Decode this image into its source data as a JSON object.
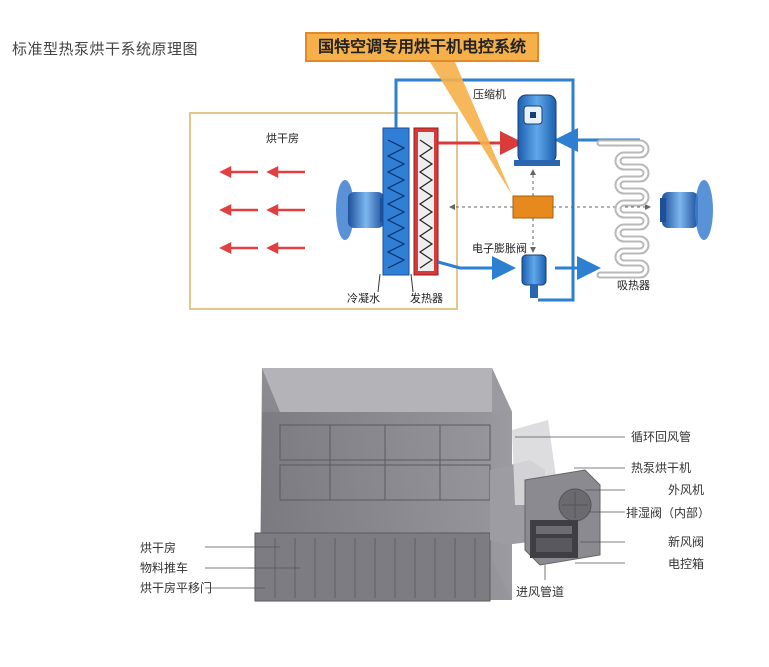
{
  "title": "标准型热泵烘干系统原理图",
  "banner": "国特空调专用烘干机电控系统",
  "schematic": {
    "room": "烘干房",
    "compressor": "压缩机",
    "expansion_valve": "电子膨胀阀",
    "evaporator": "吸热器",
    "condensate": "冷凝水",
    "heater": "发热器"
  },
  "building": {
    "left_labels": [
      "烘干房",
      "物料推车",
      "烘干房平移门"
    ],
    "right_labels": [
      "循环回风管",
      "热泵烘干机",
      "外风机",
      "排湿阀（内部）",
      "新风阀",
      "电控箱"
    ],
    "bottom_label": "进风管道"
  },
  "colors": {
    "hot_pipe": "#d93a3a",
    "cold_pipe": "#2d7fd0",
    "room_border": "#e2c68a",
    "banner": "#f6b04a"
  }
}
